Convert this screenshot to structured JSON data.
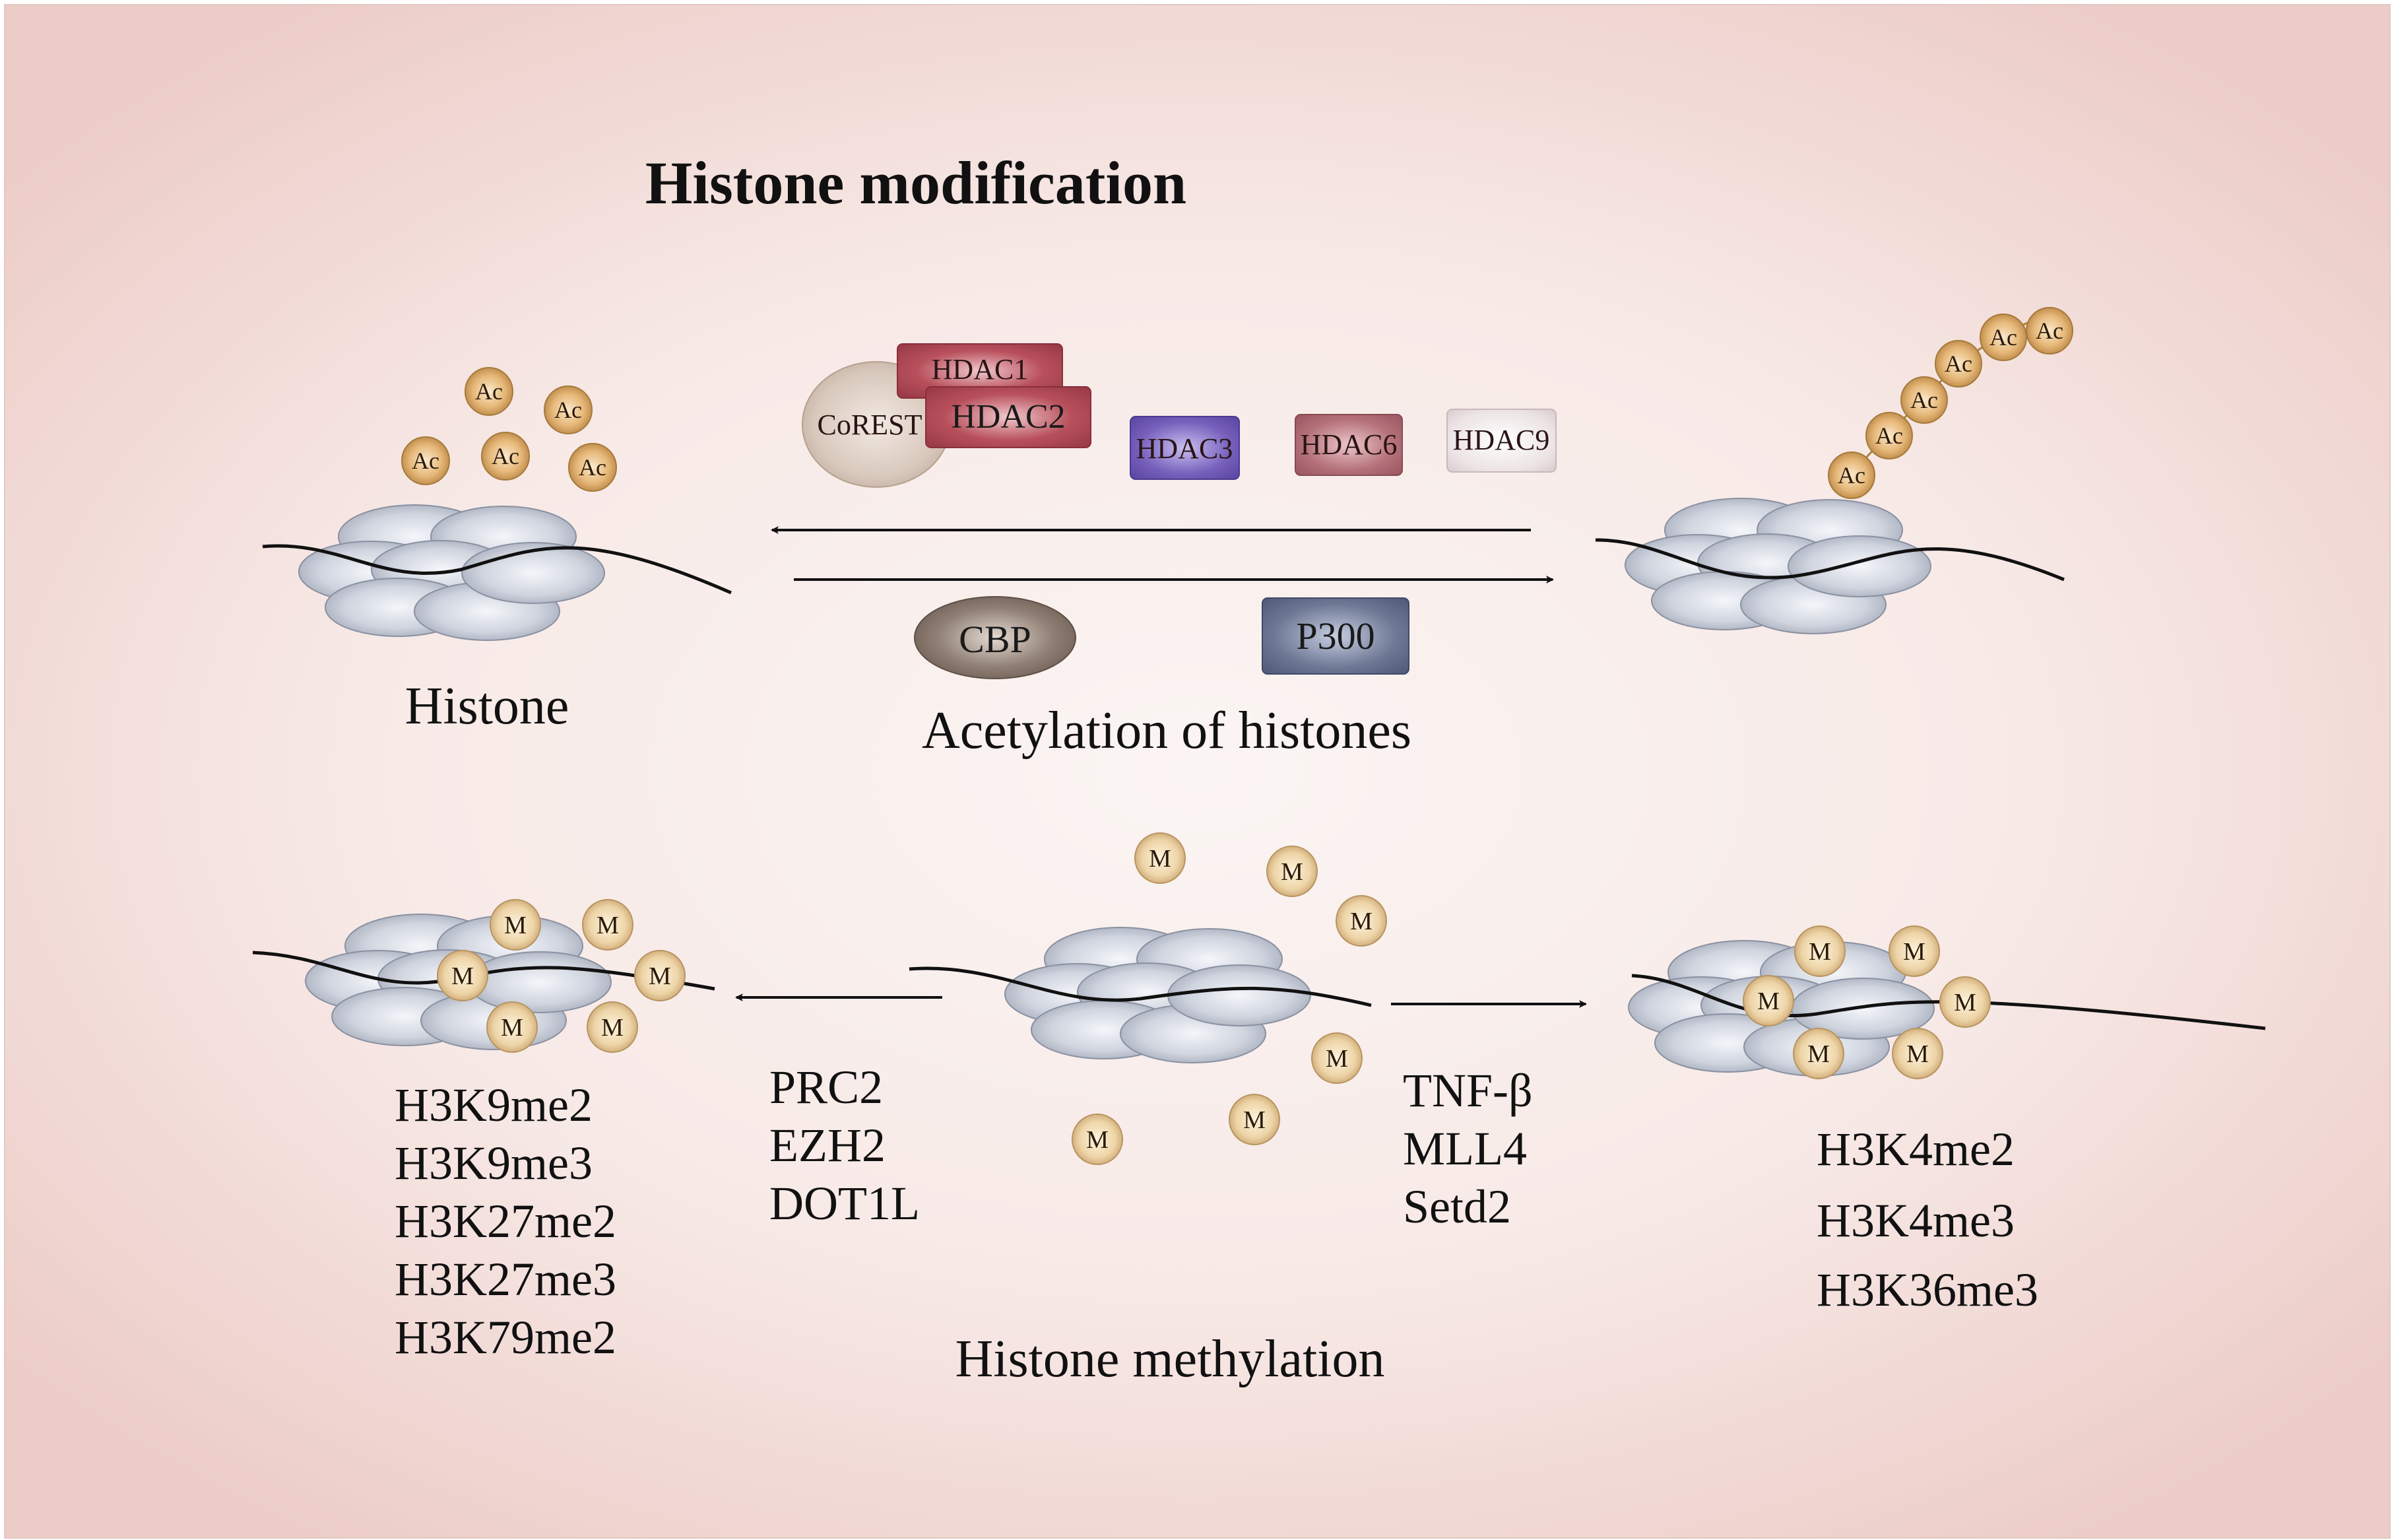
{
  "title": "Histone modification",
  "acetylation": {
    "left_label": "Histone",
    "process_label": "Acetylation of histones",
    "deacetylases": [
      "HDAC1",
      "HDAC2",
      "HDAC3",
      "HDAC6",
      "HDAC9"
    ],
    "corepressor": "CoREST",
    "acetyltransferases": [
      "CBP",
      "P300"
    ],
    "marker": "Ac"
  },
  "methylation": {
    "process_label": "Histone methylation",
    "marker": "M",
    "repressive_enzymes": [
      "PRC2",
      "EZH2",
      "DOT1L"
    ],
    "repressive_marks": [
      "H3K9me2",
      "H3K9me3",
      "H3K27me2",
      "H3K27me3",
      "H3K79me2"
    ],
    "activating_enzymes": [
      "TNF-β",
      "MLL4",
      "Setd2"
    ],
    "activating_marks": [
      "H3K4me2",
      "H3K4me3",
      "H3K36me3"
    ]
  },
  "colors": {
    "nucleosome": "#c9cfda",
    "acetyl_bead": "#e3b57a",
    "methyl_bead": "#ecd3a6",
    "hdac_red": "#a8434f",
    "hdac3_purple": "#6f58b0",
    "hdac6_rose": "#b06a74",
    "hdac9_pale": "#e9dfe0",
    "cbp": "#8a7a70",
    "p300": "#6a7590"
  }
}
